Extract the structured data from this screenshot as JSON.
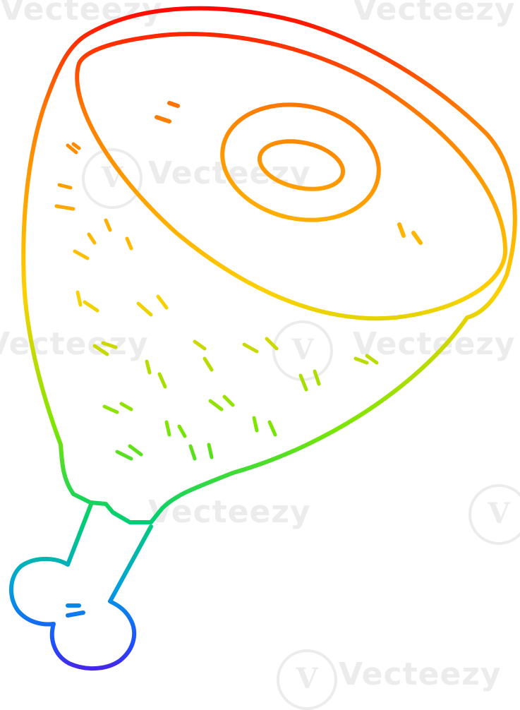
{
  "illustration": {
    "subject": "ham-hock",
    "stroke_style": "rainbow-gradient-outline",
    "gradient_stops": [
      "#ff0000",
      "#ff7a00",
      "#ffd400",
      "#7be600",
      "#00c8a0",
      "#1e6bff",
      "#5a00d6"
    ]
  },
  "watermark": {
    "text": "Vecteezy",
    "color": "#ececec"
  }
}
